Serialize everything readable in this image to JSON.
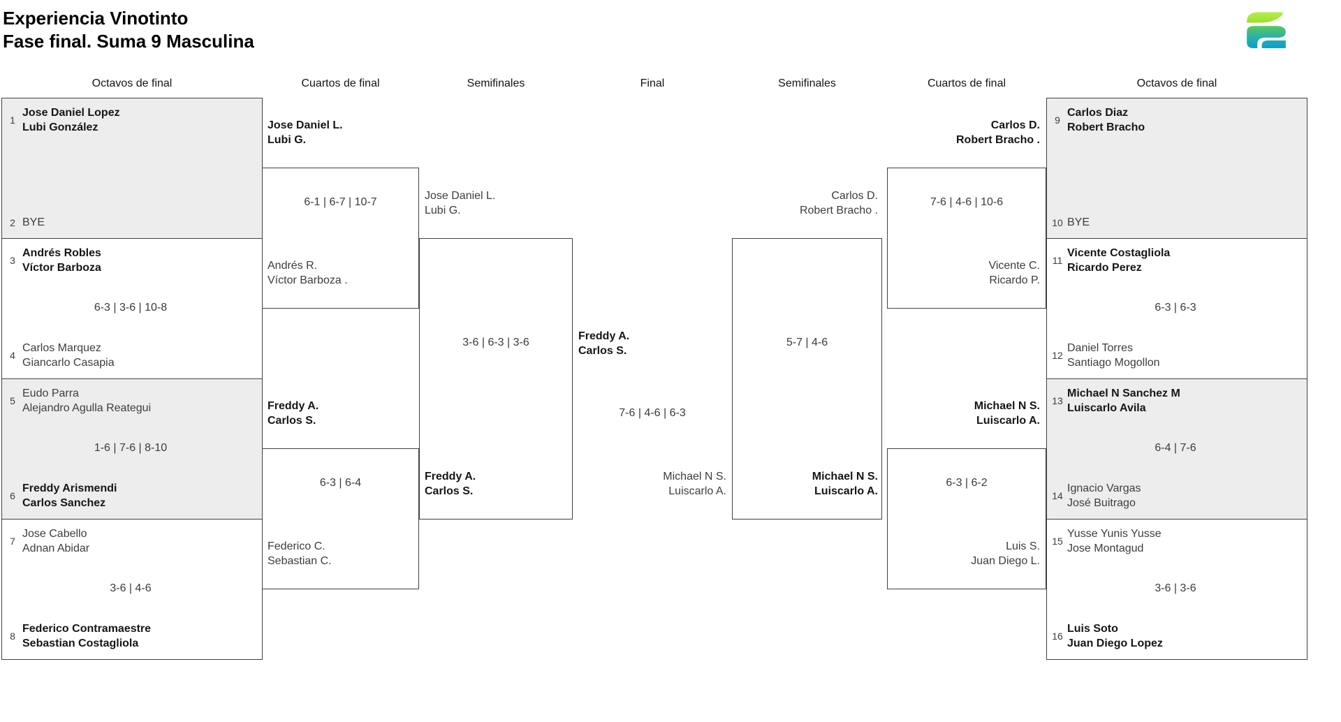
{
  "title": {
    "line1": "Experiencia Vinotinto",
    "line2": "Fase final. Suma 9 Masculina"
  },
  "round_headers": [
    "Octavos de final",
    "Cuartos de final",
    "Semifinales",
    "Final",
    "Semifinales",
    "Cuartos de final",
    "Octavos de final"
  ],
  "octavos_left": [
    {
      "score": "",
      "team1": {
        "seed": "1",
        "players": [
          "Jose Daniel Lopez",
          "Lubi González"
        ],
        "winner": true
      },
      "team2": {
        "seed": "2",
        "players": [
          "BYE"
        ],
        "winner": false
      }
    },
    {
      "score": "6-3 | 3-6 | 10-8",
      "team1": {
        "seed": "3",
        "players": [
          "Andrés Robles",
          "Víctor Barboza"
        ],
        "winner": true
      },
      "team2": {
        "seed": "4",
        "players": [
          "Carlos Marquez",
          "Giancarlo Casapia"
        ],
        "winner": false
      }
    },
    {
      "score": "1-6 | 7-6 | 8-10",
      "team1": {
        "seed": "5",
        "players": [
          "Eudo Parra",
          "Alejandro Agulla Reategui"
        ],
        "winner": false
      },
      "team2": {
        "seed": "6",
        "players": [
          "Freddy Arismendi",
          "Carlos Sanchez"
        ],
        "winner": true
      }
    },
    {
      "score": "3-6 | 4-6",
      "team1": {
        "seed": "7",
        "players": [
          "Jose Cabello",
          "Adnan Abidar"
        ],
        "winner": false
      },
      "team2": {
        "seed": "8",
        "players": [
          "Federico Contramaestre",
          "Sebastian Costagliola"
        ],
        "winner": true
      }
    }
  ],
  "octavos_right": [
    {
      "score": "",
      "team1": {
        "seed": "9",
        "players": [
          "Carlos Diaz",
          "Robert Bracho"
        ],
        "winner": true
      },
      "team2": {
        "seed": "10",
        "players": [
          "BYE"
        ],
        "winner": false
      }
    },
    {
      "score": "6-3 | 6-3",
      "team1": {
        "seed": "11",
        "players": [
          "Vicente Costagliola",
          "Ricardo Perez"
        ],
        "winner": true
      },
      "team2": {
        "seed": "12",
        "players": [
          "Daniel Torres",
          "Santiago Mogollon"
        ],
        "winner": false
      }
    },
    {
      "score": "6-4 | 7-6",
      "team1": {
        "seed": "13",
        "players": [
          "Michael N Sanchez M",
          "Luiscarlo Avila"
        ],
        "winner": true
      },
      "team2": {
        "seed": "14",
        "players": [
          "Ignacio Vargas",
          "José Buitrago"
        ],
        "winner": false
      }
    },
    {
      "score": "3-6 | 3-6",
      "team1": {
        "seed": "15",
        "players": [
          "Yusse Yunis Yusse",
          "Jose Montagud"
        ],
        "winner": false
      },
      "team2": {
        "seed": "16",
        "players": [
          "Luis Soto",
          "Juan Diego Lopez"
        ],
        "winner": true
      }
    }
  ],
  "cuartos_left": [
    {
      "score": "6-1 | 6-7 | 10-7",
      "team1": {
        "players": [
          "Jose Daniel L.",
          "Lubi G."
        ],
        "winner": true
      },
      "team2": {
        "players": [
          "Andrés R.",
          "Víctor Barboza ."
        ],
        "winner": false
      }
    },
    {
      "score": "6-3 | 6-4",
      "team1": {
        "players": [
          "Freddy A.",
          "Carlos S."
        ],
        "winner": true
      },
      "team2": {
        "players": [
          "Federico C.",
          "Sebastian C."
        ],
        "winner": false
      }
    }
  ],
  "cuartos_right": [
    {
      "score": "7-6 | 4-6 | 10-6",
      "team1": {
        "players": [
          "Carlos D.",
          "Robert Bracho ."
        ],
        "winner": true
      },
      "team2": {
        "players": [
          "Vicente C.",
          "Ricardo P."
        ],
        "winner": false
      }
    },
    {
      "score": "6-3 | 6-2",
      "team1": {
        "players": [
          "Michael N S.",
          "Luiscarlo A."
        ],
        "winner": true
      },
      "team2": {
        "players": [
          "Luis S.",
          "Juan Diego L."
        ],
        "winner": false
      }
    }
  ],
  "semi_left": {
    "score": "3-6 | 6-3 | 3-6",
    "team1": {
      "players": [
        "Jose Daniel L.",
        "Lubi G."
      ],
      "winner": false
    },
    "team2": {
      "players": [
        "Freddy A.",
        "Carlos S."
      ],
      "winner": true
    }
  },
  "semi_right": {
    "score": "5-7 | 4-6",
    "team1": {
      "players": [
        "Carlos D.",
        "Robert Bracho ."
      ],
      "winner": false
    },
    "team2": {
      "players": [
        "Michael N S.",
        "Luiscarlo A."
      ],
      "winner": true
    }
  },
  "final": {
    "score": "7-6 | 4-6 | 6-3",
    "team1": {
      "players": [
        "Freddy A.",
        "Carlos S."
      ],
      "winner": true
    },
    "team2": {
      "players": [
        "Michael N S.",
        "Luiscarlo A."
      ],
      "winner": false
    }
  },
  "colors": {
    "bracket_border": "#414141",
    "bye_box_fill": "#ededed",
    "winner_text": "#161616",
    "regular_text": "#3d3d3d"
  },
  "logo": {
    "lime_top": "#b5ee4d",
    "lime_bottom": "#9ddf2c",
    "grad_green": "#63cd51",
    "grad_teal": "#29b2a5",
    "grad_blue": "#0f9ccd"
  }
}
